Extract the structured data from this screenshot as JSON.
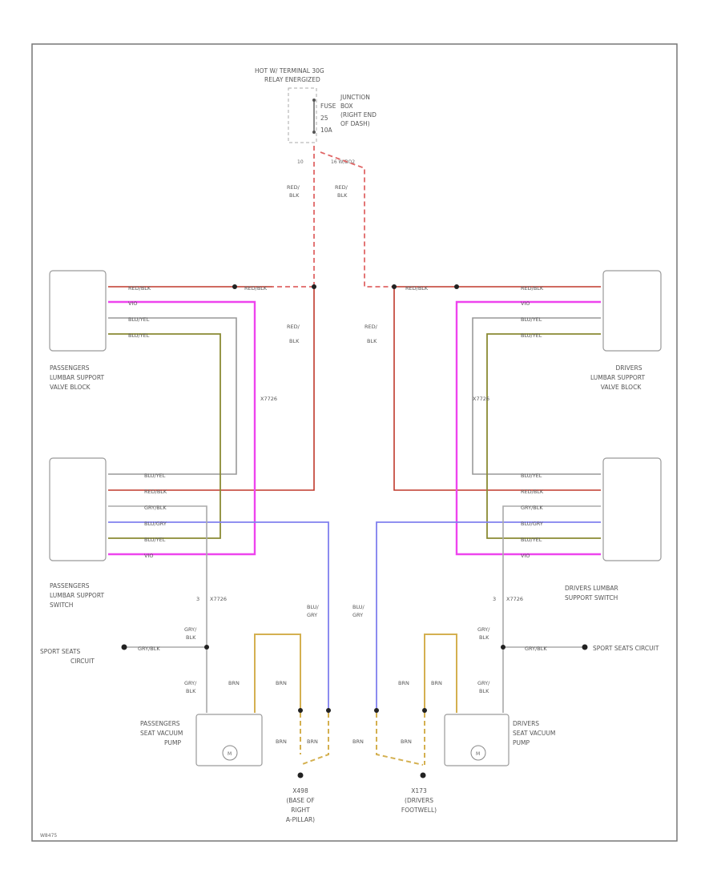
{
  "colors": {
    "red_blk": "#c0392b",
    "red_dashed": "#e06666",
    "vio": "#ee44ee",
    "blu_yel": "#999999",
    "blu_yel_olive": "#8a8a33",
    "blu_gry": "#8080ee",
    "gry_blk": "#aaaaaa",
    "brn": "#d4b050",
    "border": "#777777"
  },
  "power": {
    "source_label_1": "HOT W/ TERMINAL 30G",
    "source_label_2": "RELAY ENERGIZED",
    "fuse_label_1": "FUSE",
    "fuse_label_2": "25",
    "fuse_label_3": "10A",
    "junction_label_1": "JUNCTION",
    "junction_label_2": "BOX",
    "junction_label_3": "(RIGHT END",
    "junction_label_4": "OF DASH)",
    "pin_left": "10",
    "pin_right": "16 W/BO2"
  },
  "wire_labels": {
    "red_1": "RED/",
    "blk_1": "BLK",
    "red_blk": "RED/BLK",
    "vio": "VIO",
    "blu_yel": "BLU/YEL",
    "gry_blk": "GRY/BLK",
    "blu_gry": "BLU/GRY",
    "blu_1": "BLU/",
    "gry_1": "GRY",
    "gry_2": "GRY/",
    "blk_2": "BLK",
    "brn": "BRN"
  },
  "components": {
    "pass_valve_1": "PASSENGERS",
    "pass_valve_2": "LUMBAR SUPPORT",
    "pass_valve_3": "VALVE BLOCK",
    "drv_valve_1": "DRIVERS",
    "drv_valve_2": "LUMBAR SUPPORT",
    "drv_valve_3": "VALVE BLOCK",
    "pass_switch_1": "PASSENGERS",
    "pass_switch_2": "LUMBAR SUPPORT",
    "pass_switch_3": "SWITCH",
    "drv_switch_1": "DRIVERS LUMBAR",
    "drv_switch_2": "SUPPORT SWITCH",
    "pass_pump_1": "PASSENGERS",
    "pass_pump_2": "SEAT VACUUM",
    "pass_pump_3": "PUMP",
    "drv_pump_1": "DRIVERS",
    "drv_pump_2": "SEAT VACUUM",
    "drv_pump_3": "PUMP",
    "motor_symbol": "M",
    "connector_mid": "X7726",
    "connector_low": "X7726",
    "connector_low_pin": "3",
    "sport_seats": "SPORT SEATS",
    "circuit": "CIRCUIT",
    "sport_seats_circuit": "SPORT SEATS CIRCUIT"
  },
  "grounds": {
    "left_1": "X498",
    "left_2": "(BASE OF",
    "left_3": "RIGHT",
    "left_4": "A-PILLAR)",
    "right_1": "X173",
    "right_2": "(DRIVERS",
    "right_3": "FOOTWELL)"
  },
  "footer": {
    "code": "W8475"
  }
}
